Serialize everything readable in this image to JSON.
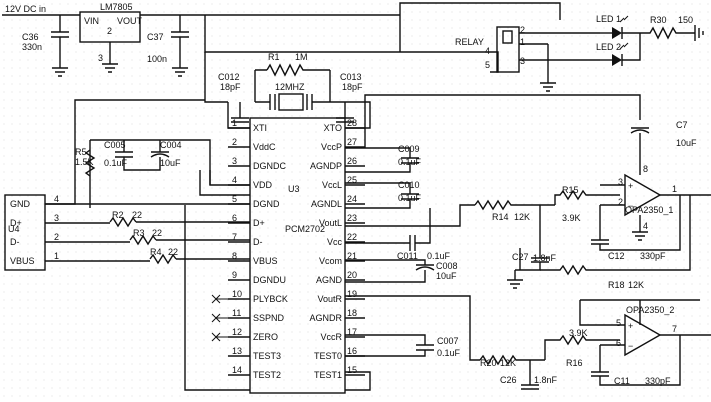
{
  "colors": {
    "wire": "#111111",
    "grid": "#d9d9d9",
    "background": "#ffffff"
  },
  "power": {
    "input": "12V DC in",
    "regulator": "LM7805",
    "vin": "VIN",
    "vout": "VOUT",
    "gnd_pin": "3",
    "gnd_pin_top": "2",
    "c36": "C36",
    "c36_value": "330n",
    "c37": "C37",
    "c37_value": "100n"
  },
  "relay": {
    "name": "RELAY",
    "pins": [
      "2",
      "4",
      "5",
      "1",
      "3"
    ]
  },
  "leds": {
    "led1": "LED 1",
    "led2": "LED 2",
    "r30": "R30",
    "r30_value": "150"
  },
  "crystal": {
    "r1": "R1",
    "r1_value": "1M",
    "c012": "C012",
    "c012_value": "18pF",
    "c013": "C013",
    "c013_value": "18pF",
    "xtal": "12MHZ"
  },
  "ic": {
    "name": "PCM2702",
    "ref": "U3",
    "left_pins": [
      {
        "num": "1",
        "name": "XTI"
      },
      {
        "num": "2",
        "name": "VddC"
      },
      {
        "num": "3",
        "name": "DGNDC"
      },
      {
        "num": "4",
        "name": "VDD"
      },
      {
        "num": "5",
        "name": "DGND"
      },
      {
        "num": "6",
        "name": "D+"
      },
      {
        "num": "7",
        "name": "D-"
      },
      {
        "num": "8",
        "name": "VBUS"
      },
      {
        "num": "9",
        "name": "DGNDU"
      },
      {
        "num": "10",
        "name": "PLYBCK"
      },
      {
        "num": "11",
        "name": "SSPND"
      },
      {
        "num": "12",
        "name": "ZERO"
      },
      {
        "num": "13",
        "name": "TEST3"
      },
      {
        "num": "14",
        "name": "TEST2"
      }
    ],
    "right_pins": [
      {
        "num": "28",
        "name": "XTO"
      },
      {
        "num": "27",
        "name": "VccP"
      },
      {
        "num": "26",
        "name": "AGNDP"
      },
      {
        "num": "25",
        "name": "VccL"
      },
      {
        "num": "24",
        "name": "AGNDL"
      },
      {
        "num": "23",
        "name": "VoutL"
      },
      {
        "num": "22",
        "name": "Vcc"
      },
      {
        "num": "21",
        "name": "Vcom"
      },
      {
        "num": "20",
        "name": "AGND"
      },
      {
        "num": "19",
        "name": "VoutR"
      },
      {
        "num": "18",
        "name": "AGNDR"
      },
      {
        "num": "17",
        "name": "VccR"
      },
      {
        "num": "16",
        "name": "TEST0"
      },
      {
        "num": "15",
        "name": "TEST1"
      }
    ]
  },
  "usb": {
    "ref": "U4",
    "pins": [
      {
        "name": "GND",
        "num": "4"
      },
      {
        "name": "D+",
        "num": "3"
      },
      {
        "name": "D-",
        "num": "2"
      },
      {
        "name": "VBUS",
        "num": "1"
      }
    ]
  },
  "passives": {
    "r5": "R5",
    "r5_value": "1.5K",
    "c005": "C005",
    "c005_value": "0.1uF",
    "c004": "C004",
    "c004_value": "10uF",
    "r2": "R2",
    "r2_value": "22",
    "r3": "R3",
    "r3_value": "22",
    "r4": "R4",
    "r4_value": "22",
    "c009": "C009",
    "c009_value": "0.1uF",
    "c010": "C010",
    "c010_value": "0.1uF",
    "c011": "C011",
    "c011_value": "0.1uF",
    "c008": "C008",
    "c008_value": "10uF",
    "c007": "C007",
    "c007_value": "0.1uF",
    "c7": "C7",
    "c7_value": "10uF"
  },
  "amp1": {
    "name": "OPA2350_1",
    "r15": "R15",
    "r15_value": "3.9K",
    "r14": "R14",
    "r14_value": "12K",
    "c27": "C27",
    "c27_value": "1.8nF",
    "c12": "C12",
    "c12_value": "330pF",
    "r18": "R18",
    "r18_value": "12K",
    "pin_plus": "3",
    "pin_minus": "2",
    "pin_out": "1",
    "pin_vcc": "8",
    "pin_gnd": "4"
  },
  "amp2": {
    "name": "OPA2350_2",
    "r16": "R16",
    "r16_value": "3.9K",
    "r20": "R20",
    "r20_value": "12K",
    "c26": "C26",
    "c26_value": "1.8nF",
    "c11": "C11",
    "c11_value": "330pF",
    "pin_plus": "5",
    "pin_minus": "6",
    "pin_out": "7"
  }
}
